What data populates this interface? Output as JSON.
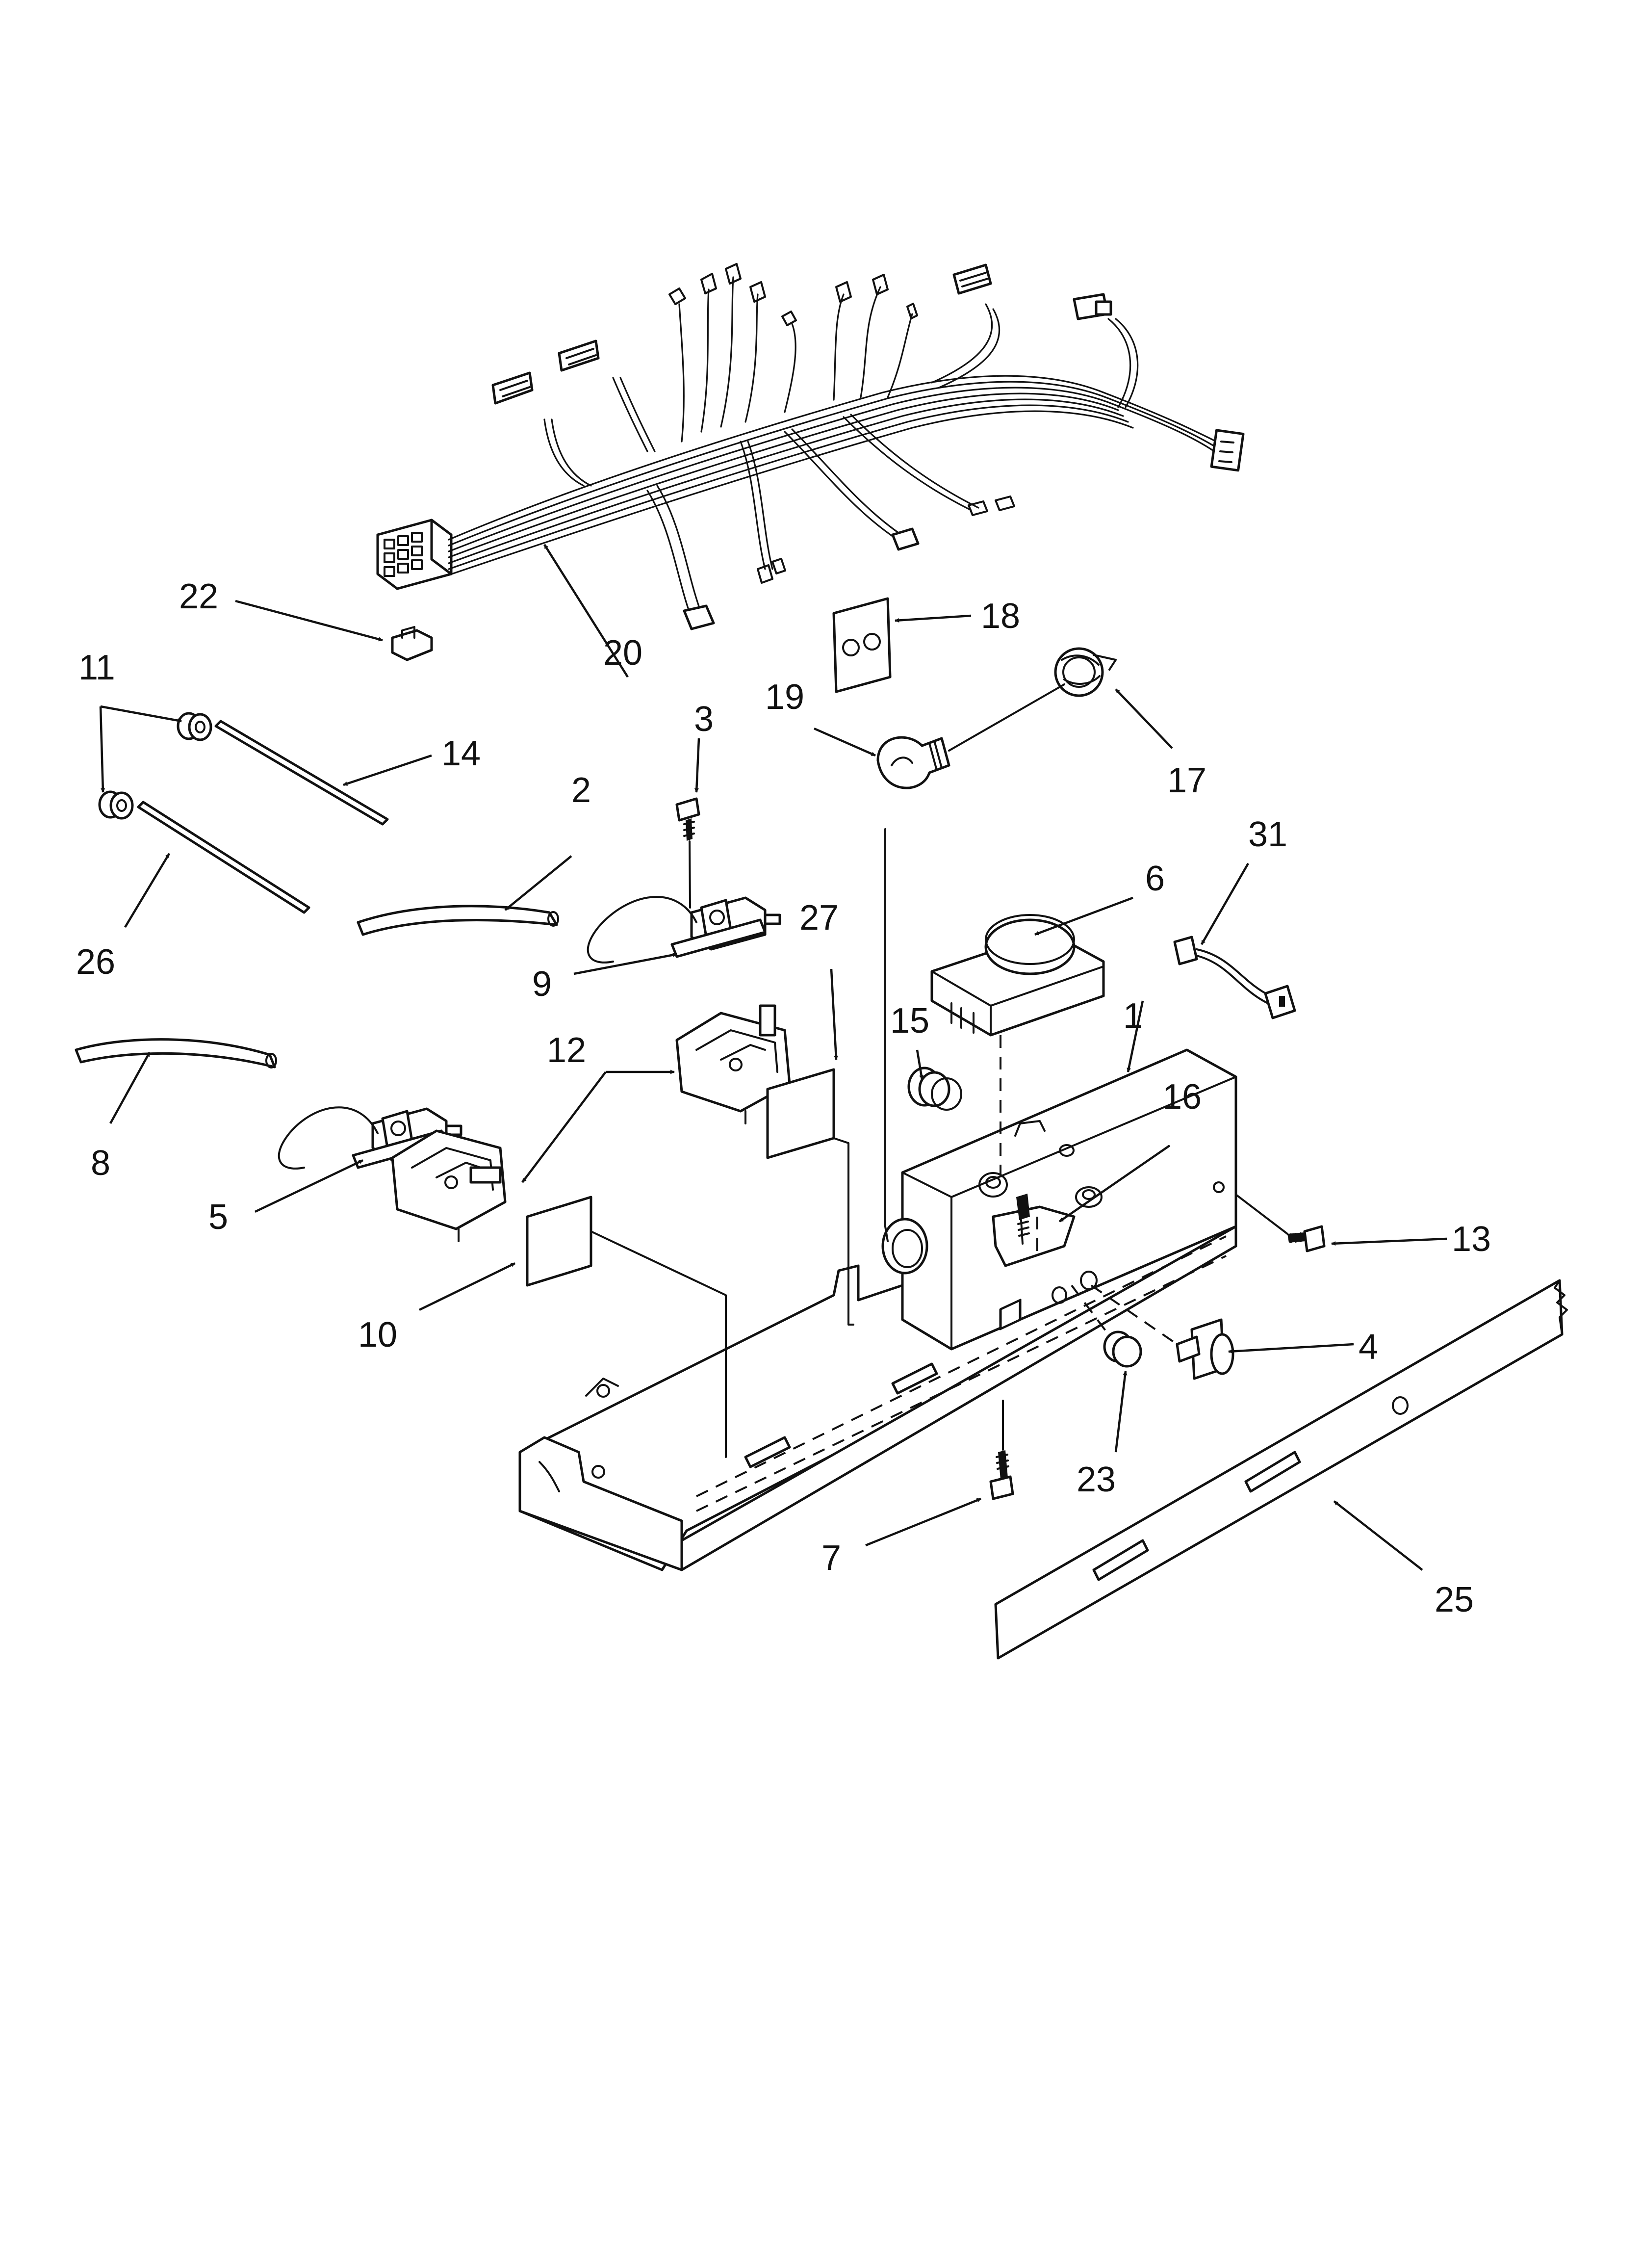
{
  "callouts": {
    "c1": "1",
    "c2": "2",
    "c3": "3",
    "c4": "4",
    "c5": "5",
    "c6": "6",
    "c7": "7",
    "c8": "8",
    "c9": "9",
    "c10": "10",
    "c11": "11",
    "c12": "12",
    "c13": "13",
    "c14": "14",
    "c15": "15",
    "c16": "16",
    "c17": "17",
    "c18": "18",
    "c19": "19",
    "c20": "20",
    "c22": "22",
    "c23": "23",
    "c25": "25",
    "c26": "26",
    "c27": "27",
    "c31": "31"
  }
}
